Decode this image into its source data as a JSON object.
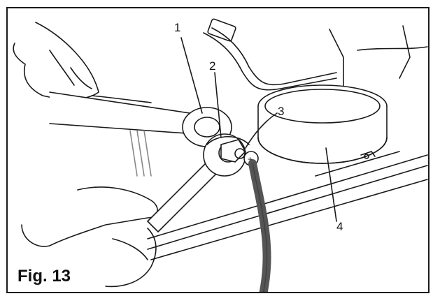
{
  "figure": {
    "caption": "Fig. 13",
    "callouts": [
      "1",
      "2",
      "3",
      "4"
    ]
  },
  "colors": {
    "line": "#1a1a1a",
    "cable": "#555555",
    "shade": "#dcdcdc"
  }
}
